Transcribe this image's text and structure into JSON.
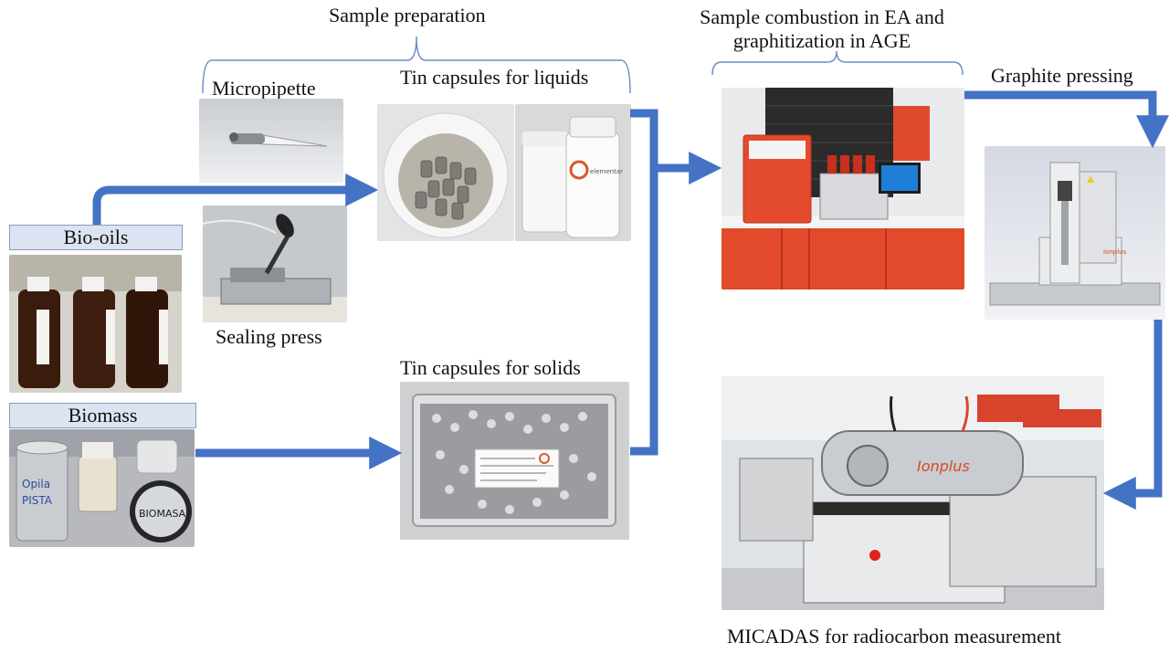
{
  "labels": {
    "sample_preparation": "Sample preparation",
    "micropipette": "Micropipette",
    "tin_liquids": "Tin capsules for liquids",
    "bio_oils": "Bio-oils",
    "sealing_press": "Sealing press",
    "tin_solids": "Tin capsules for solids",
    "biomass": "Biomass",
    "combustion_line1": "Sample combustion in EA and",
    "combustion_line2": "graphitization in AGE",
    "graphite_pressing": "Graphite pressing",
    "micadas": "MICADAS for radiocarbon measurement"
  },
  "photo_text": {
    "biomasa": "BIOMASA",
    "ionplus": "Ionplus",
    "elementar": "elementar"
  },
  "colors": {
    "arrow": "#4472c4",
    "label_box": "#dce3f1",
    "bracket": "#6e8fc7"
  }
}
